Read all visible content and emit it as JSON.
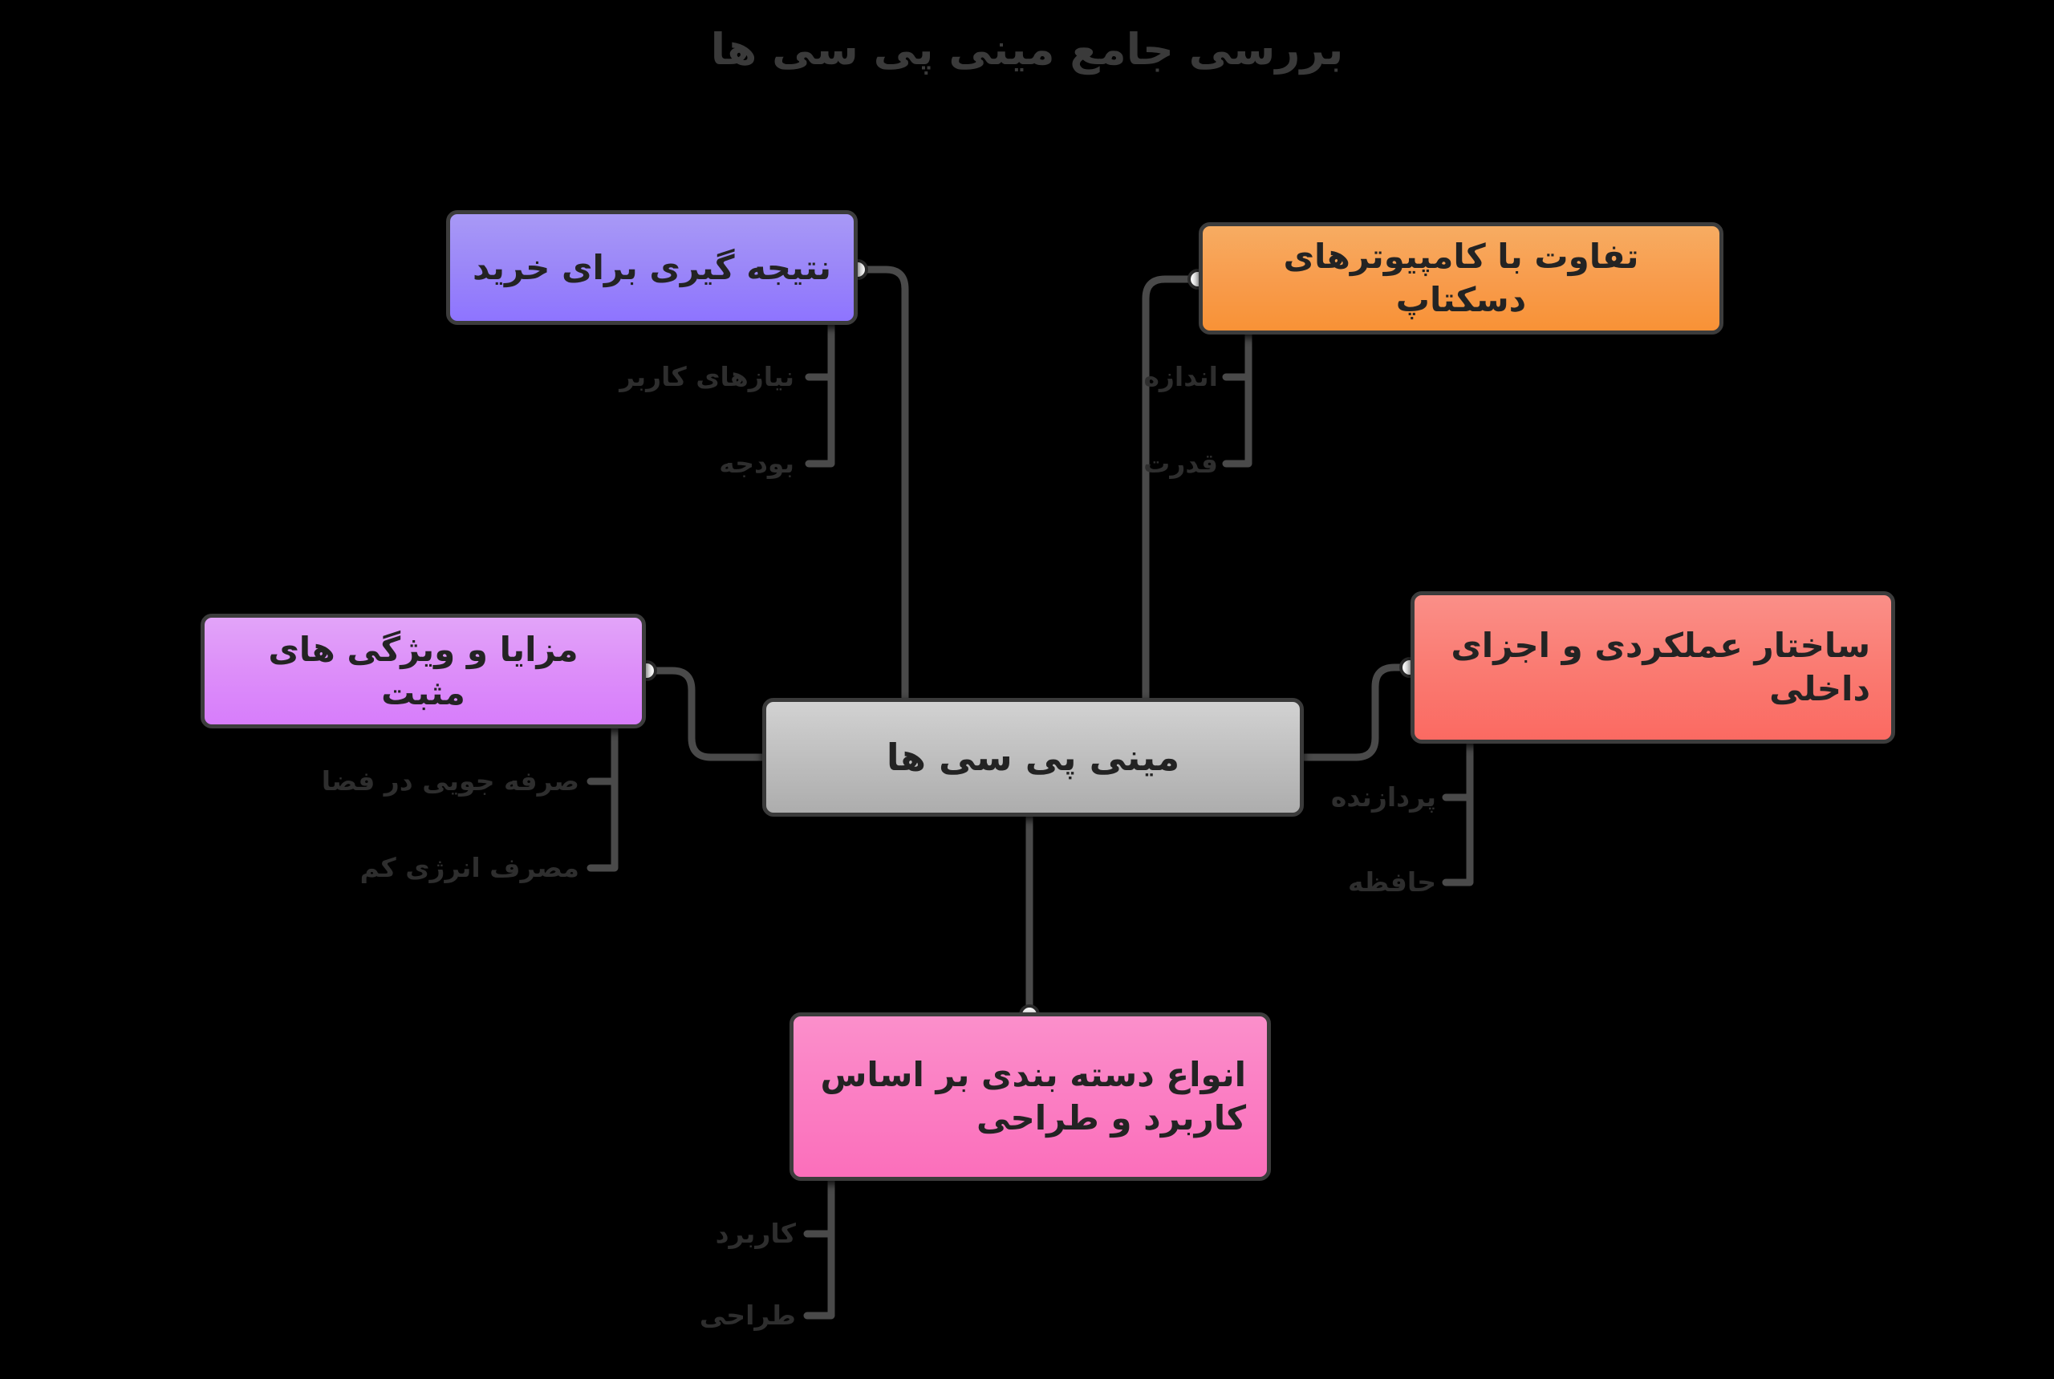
{
  "title": "بررسی جامع مینی پی سی ها",
  "colors": {
    "background": "#000000",
    "root": "#c4c4c4",
    "conclusion": "#9b87f8",
    "difference": "#f89b4b",
    "advantages": "#dd8ef9",
    "structure": "#fa7b72",
    "types": "#fb7ec3",
    "connector": "#4a4a4a",
    "anchor": "#ffffff",
    "leaf_text": "#2e2e2e",
    "title_text": "#3a3a3a"
  },
  "root": {
    "label": "مینی پی سی ها"
  },
  "branches": [
    {
      "id": "conclusion",
      "label": "نتیجه گیری برای خرید",
      "children": [
        {
          "label": "نیازهای کاربر"
        },
        {
          "label": "بودجه"
        }
      ]
    },
    {
      "id": "difference",
      "label": "تفاوت با کامپیوترهای دسکتاپ",
      "children": [
        {
          "label": "اندازه"
        },
        {
          "label": "قدرت"
        }
      ]
    },
    {
      "id": "advantages",
      "label": "مزایا و ویژگی های مثبت",
      "children": [
        {
          "label": "صرفه جویی در فضا"
        },
        {
          "label": "مصرف انرژی کم"
        }
      ]
    },
    {
      "id": "structure",
      "label": "ساختار عملکردی و اجزای داخلی",
      "children": [
        {
          "label": "پردازنده"
        },
        {
          "label": "حافظه"
        }
      ]
    },
    {
      "id": "types",
      "label": "انواع دسته بندی بر اساس کاربرد و طراحی",
      "children": [
        {
          "label": "کاربرد"
        },
        {
          "label": "طراحی"
        }
      ]
    }
  ]
}
